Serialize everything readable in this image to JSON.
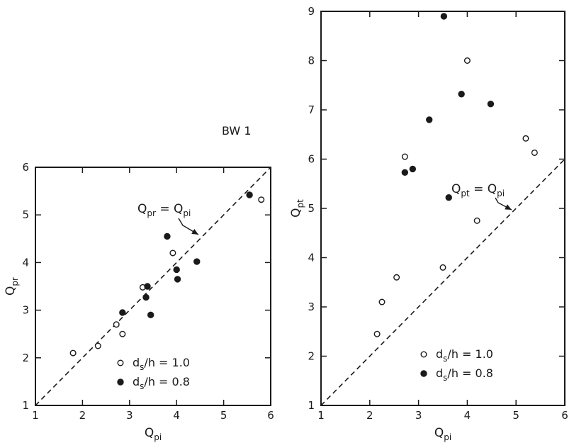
{
  "figure_label": "BW 1",
  "chart_data": [
    {
      "type": "scatter",
      "xlabel": "Q",
      "xlabel_sub": "pi",
      "ylabel": "Q",
      "ylabel_sub": "pr",
      "xlim": [
        1,
        6
      ],
      "ylim": [
        1,
        6
      ],
      "xticks": [
        1,
        2,
        3,
        4,
        5,
        6
      ],
      "yticks": [
        1,
        2,
        3,
        4,
        5,
        6
      ],
      "grid": false,
      "legend_position": "bottom-center",
      "reference_line": {
        "text": "Q",
        "text_sub": "pr",
        "eq": " = Q",
        "eq_sub": "pi"
      },
      "series": [
        {
          "name": "d",
          "name_sub": "s",
          "name_rest": "/h = 1.0",
          "marker": "open-circle",
          "points": [
            [
              1.8,
              2.1
            ],
            [
              2.33,
              2.25
            ],
            [
              2.72,
              2.7
            ],
            [
              2.85,
              2.5
            ],
            [
              3.28,
              3.48
            ],
            [
              3.92,
              4.2
            ],
            [
              5.8,
              5.32
            ]
          ]
        },
        {
          "name": "d",
          "name_sub": "s",
          "name_rest": "/h = 0.8",
          "marker": "filled-circle",
          "points": [
            [
              2.85,
              2.95
            ],
            [
              3.35,
              3.27
            ],
            [
              3.38,
              3.5
            ],
            [
              3.45,
              2.9
            ],
            [
              3.8,
              4.55
            ],
            [
              4.0,
              3.85
            ],
            [
              4.02,
              3.65
            ],
            [
              4.43,
              4.02
            ],
            [
              5.55,
              5.42
            ]
          ]
        }
      ]
    },
    {
      "type": "scatter",
      "xlabel": "Q",
      "xlabel_sub": "pi",
      "ylabel": "Q",
      "ylabel_sub": "pt",
      "xlim": [
        1,
        6
      ],
      "ylim": [
        1,
        9
      ],
      "xticks": [
        1,
        2,
        3,
        4,
        5,
        6
      ],
      "yticks": [
        1,
        2,
        3,
        4,
        5,
        6,
        7,
        8,
        9
      ],
      "grid": false,
      "legend_position": "bottom-right",
      "reference_line": {
        "text": "Q",
        "text_sub": "pt",
        "eq": " = Q",
        "eq_sub": "pi"
      },
      "series": [
        {
          "name": "d",
          "name_sub": "s",
          "name_rest": "/h = 1.0",
          "marker": "open-circle",
          "points": [
            [
              2.15,
              2.45
            ],
            [
              2.25,
              3.1
            ],
            [
              2.55,
              3.6
            ],
            [
              2.72,
              6.05
            ],
            [
              3.5,
              3.8
            ],
            [
              4.0,
              8.0
            ],
            [
              4.2,
              4.75
            ],
            [
              5.2,
              6.42
            ],
            [
              5.38,
              6.13
            ]
          ]
        },
        {
          "name": "d",
          "name_sub": "s",
          "name_rest": "/h = 0.8",
          "marker": "filled-circle",
          "points": [
            [
              2.72,
              5.73
            ],
            [
              2.88,
              5.8
            ],
            [
              3.22,
              6.8
            ],
            [
              3.52,
              8.9
            ],
            [
              3.62,
              5.22
            ],
            [
              3.88,
              7.32
            ],
            [
              4.48,
              7.12
            ]
          ]
        }
      ]
    }
  ]
}
